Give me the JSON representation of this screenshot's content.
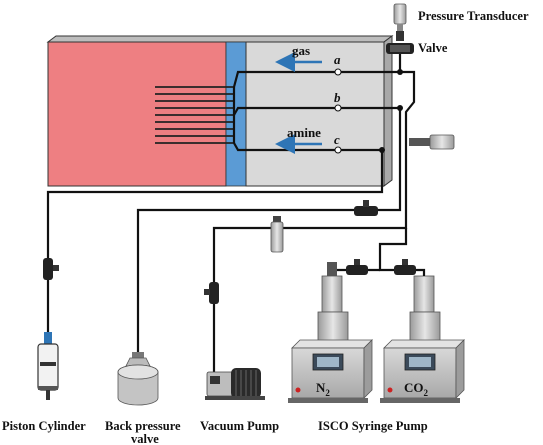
{
  "labels": {
    "pressure_transducer": "Pressure Transducer",
    "valve": "Valve",
    "gas": "gas",
    "amine": "amine",
    "port_a": "a",
    "port_b": "b",
    "port_c": "c",
    "piston_cylinder": "Piston Cylinder",
    "back_pressure_line1": "Back pressure",
    "back_pressure_line2": "valve",
    "vacuum_pump": "Vacuum Pump",
    "isco_syringe_pump": "ISCO Syringe Pump",
    "n2_base": "N",
    "n2_sub": "2",
    "co2_base": "CO",
    "co2_sub": "2"
  },
  "colors": {
    "liquid_chamber": "#ee7f82",
    "membrane": "#5b9bd5",
    "gas_chamber": "#d9d9d9",
    "flow_arrow": "#2e75b6",
    "pump_body": "#c8c8c8",
    "pump_screen": "#3b4a5a",
    "indicator": "#cc2222"
  }
}
